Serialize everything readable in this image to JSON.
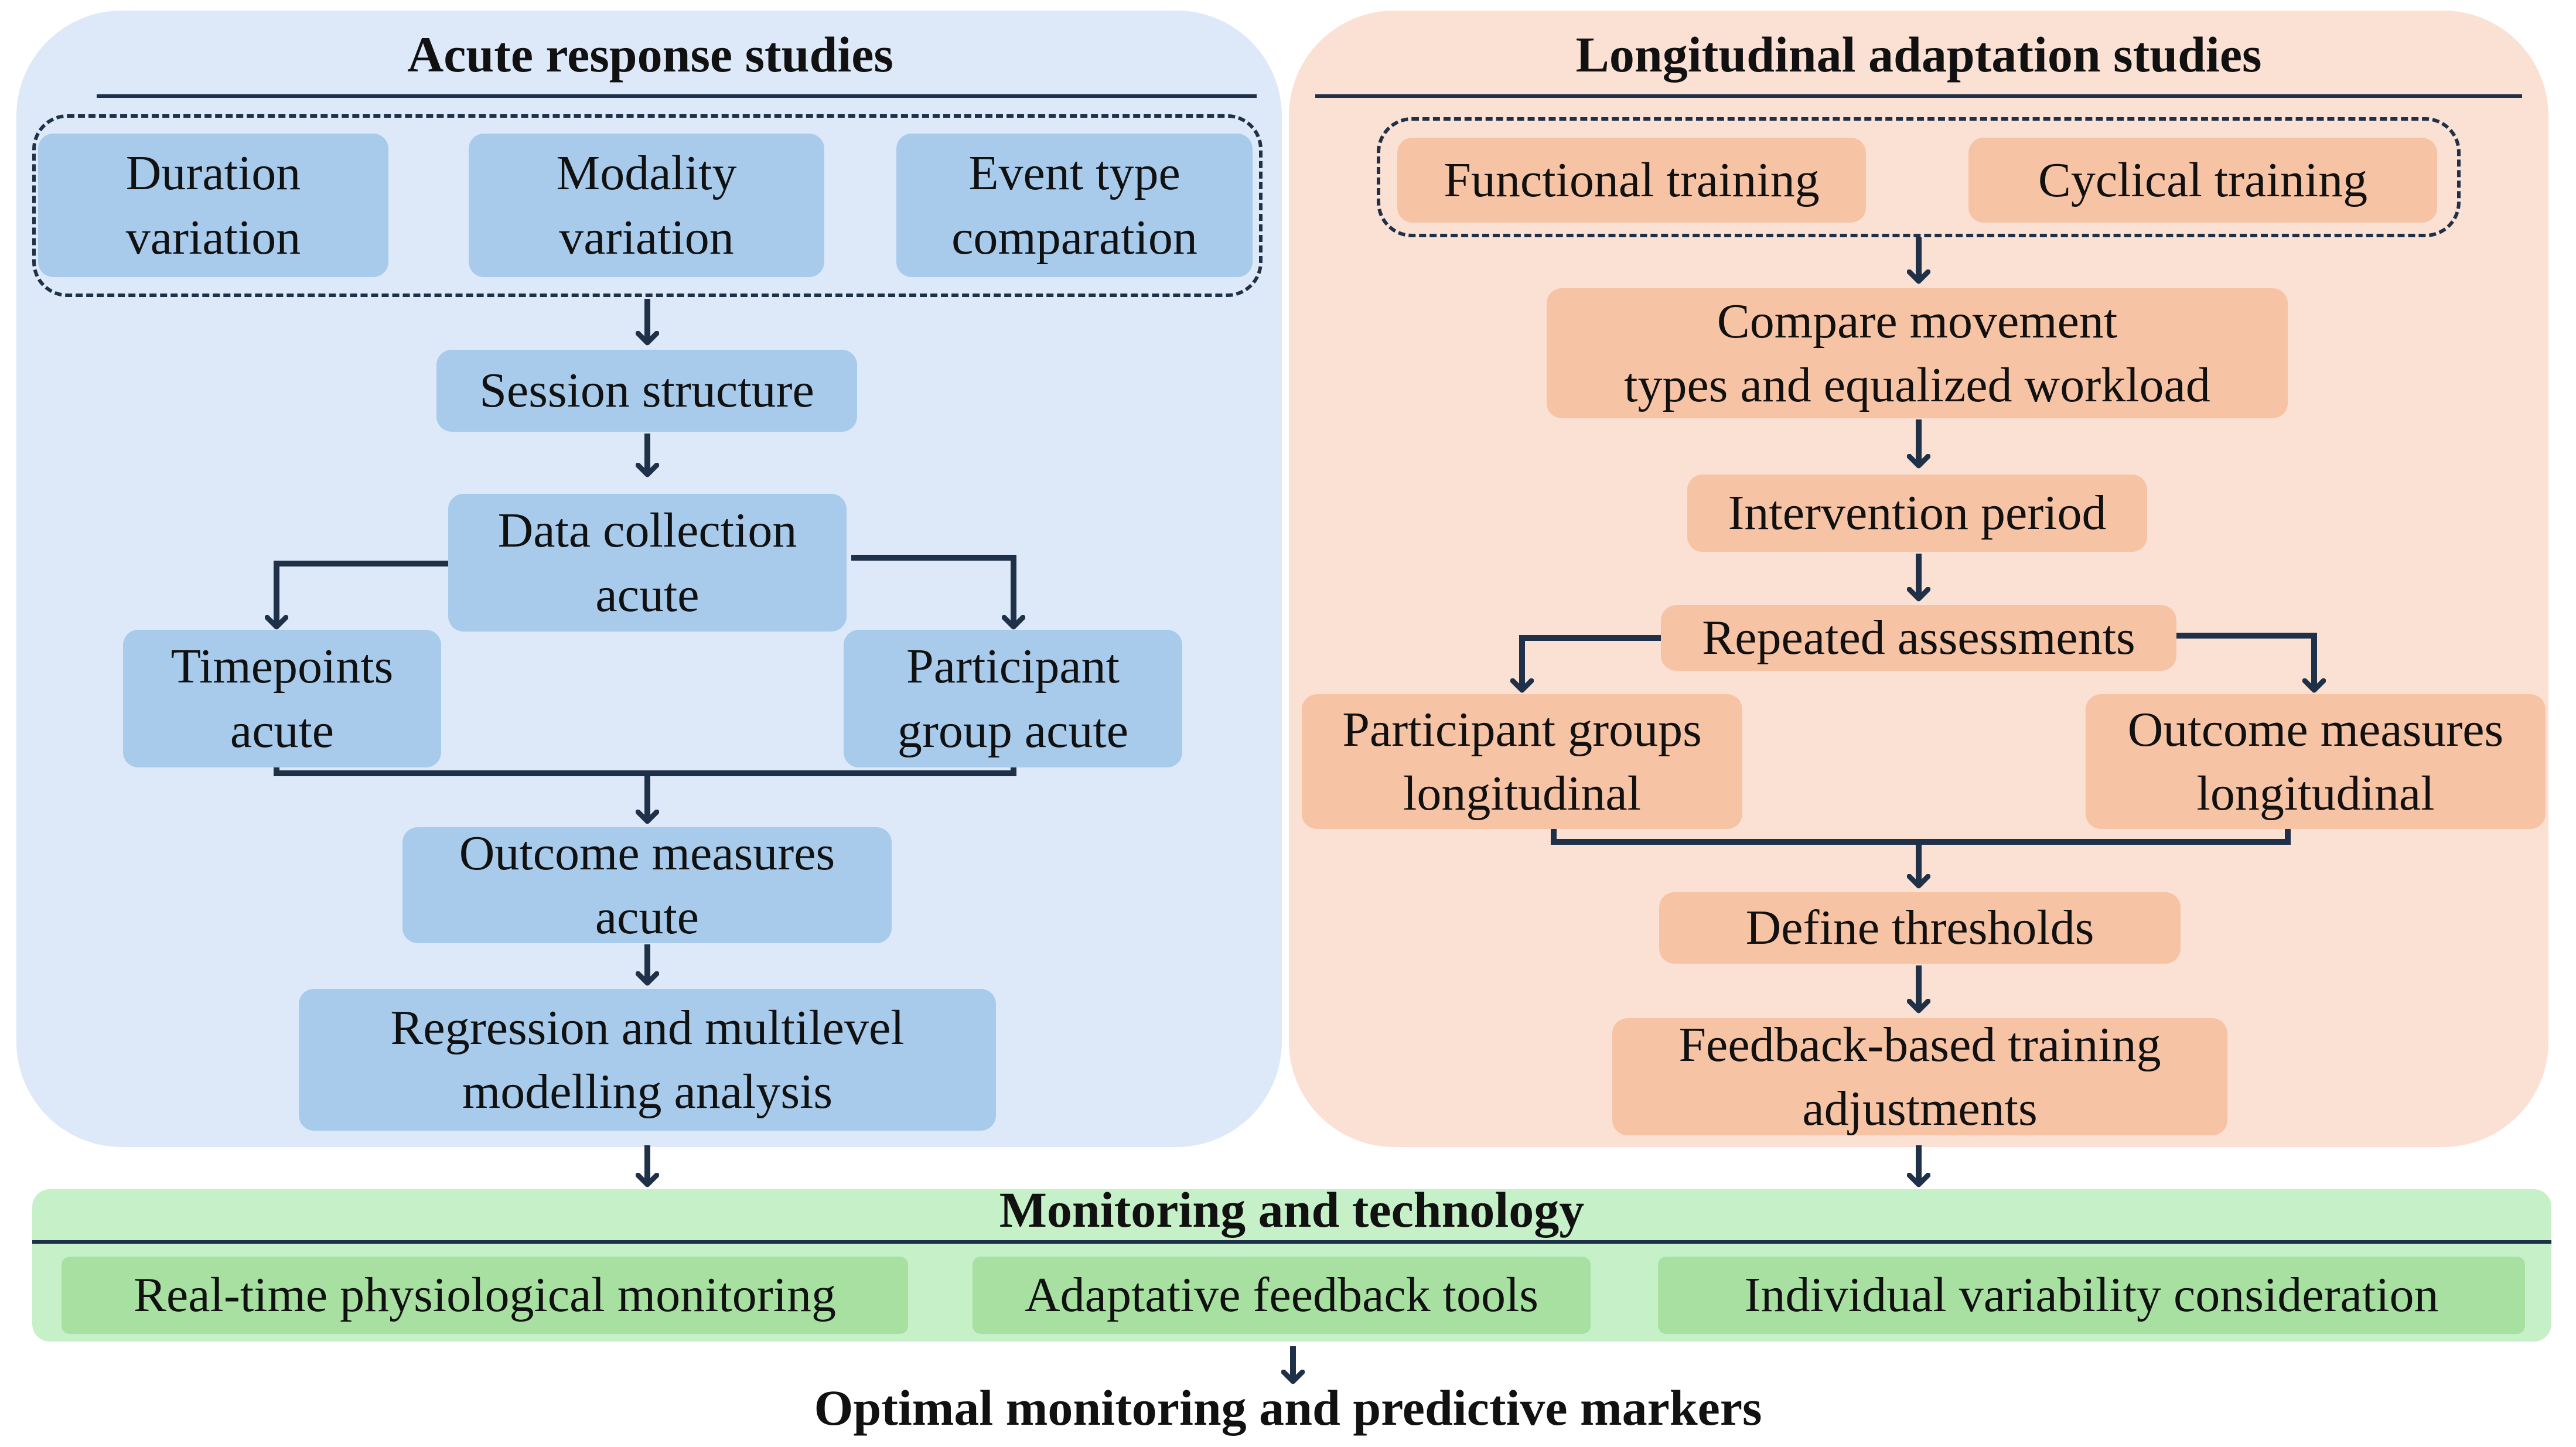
{
  "acute": {
    "title": "Acute response studies",
    "duration": "Duration\nvariation",
    "modality": "Modality\nvariation",
    "event_type": "Event type\ncomparation",
    "session_structure": "Session structure",
    "data_collection": "Data collection\nacute",
    "timepoints": "Timepoints\nacute",
    "participant_group": "Participant\ngroup acute",
    "outcome_measures": "Outcome measures\nacute",
    "regression": "Regression and multilevel\nmodelling analysis"
  },
  "longitudinal": {
    "title": "Longitudinal adaptation studies",
    "functional": "Functional training",
    "cyclical": "Cyclical training",
    "compare": "Compare movement\ntypes and equalized workload",
    "intervention": "Intervention period",
    "repeated": "Repeated assessments",
    "participant_groups": "Participant groups\nlongitudinal",
    "outcome_measures": "Outcome measures\nlongitudinal",
    "thresholds": "Define thresholds",
    "feedback": "Feedback-based training\nadjustments"
  },
  "monitoring": {
    "title": "Monitoring and technology",
    "realtime": "Real-time physiological monitoring",
    "adaptative": "Adaptative feedback tools",
    "individual": "Individual variability consideration"
  },
  "final": "Optimal monitoring and predictive markers",
  "colors": {
    "acute_panel": "#dde9f8",
    "acute_box": "#a8cbec",
    "longitudinal_panel": "#fbe0d4",
    "longitudinal_box": "#f7c3a5",
    "monitoring_panel": "#c6f0c8",
    "monitoring_box": "#a8e0a2",
    "arrow": "#1e3148"
  }
}
